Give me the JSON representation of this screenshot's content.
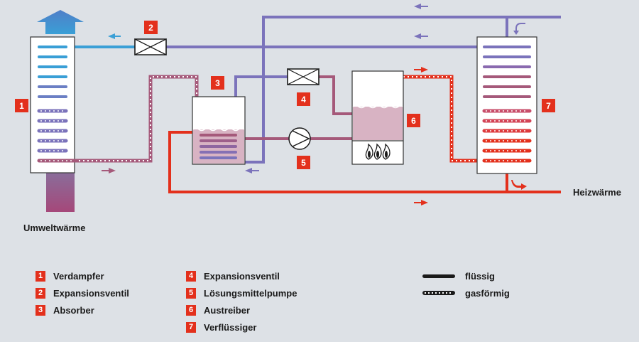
{
  "components": [
    {
      "num": "1",
      "name": "Verdampfer"
    },
    {
      "num": "2",
      "name": "Expansionsventil"
    },
    {
      "num": "3",
      "name": "Absorber"
    },
    {
      "num": "4",
      "name": "Expansionsventil"
    },
    {
      "num": "5",
      "name": "Lösungsmittelpumpe"
    },
    {
      "num": "6",
      "name": "Austreiber"
    },
    {
      "num": "7",
      "name": "Verflüssiger"
    }
  ],
  "labels": {
    "source": "Umweltwärme",
    "sink": "Heizwärme"
  },
  "line_types": {
    "liquid": "flüssig",
    "gas": "gasförmig"
  },
  "colors": {
    "background": "#dde1e6",
    "badge": "#e3301c",
    "cold_blue": "#3a9fd6",
    "refrigerant_violet": "#7b73bb",
    "solution_mauve": "#a5597a",
    "hot_red": "#e3301c",
    "vessel_fill": "#d8b3c3"
  },
  "icons": [
    "heat-source-arrow-icon",
    "heat-exhaust-arrow-icon",
    "pump-icon",
    "burner-flame-icon",
    "valve-icon",
    "flow-arrow-icon"
  ]
}
